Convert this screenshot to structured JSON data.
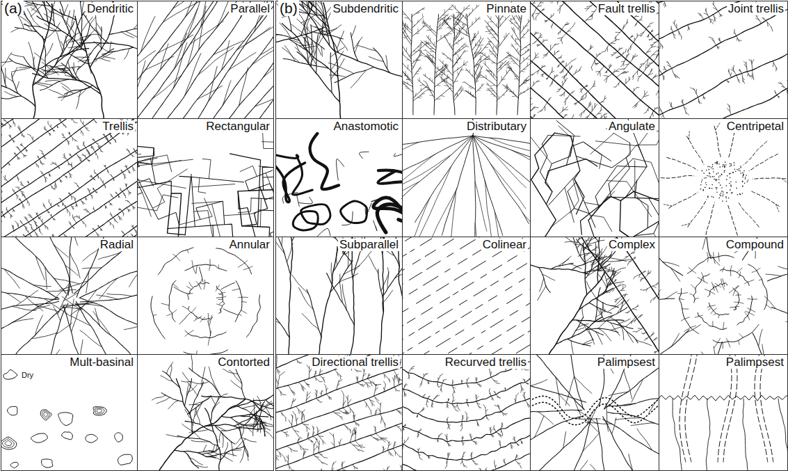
{
  "diagram": {
    "nodes": [
      {
        "text": [
          "Dendritic"
        ]
      },
      {
        "text": [
          "Parallel"
        ]
      },
      {
        "text": [
          "Subdendritic"
        ]
      },
      {
        "text": [
          "Pinnate"
        ]
      },
      {
        "text": [
          "Fault trellis"
        ]
      },
      {
        "text": [
          "Joint trellis"
        ]
      },
      {
        "text": [
          "Trellis"
        ]
      },
      {
        "text": [
          "Rectangular"
        ]
      },
      {
        "text": [
          "Anastomotic"
        ]
      },
      {
        "text": [
          "Distributary"
        ]
      },
      {
        "text": [
          "Angulate"
        ]
      },
      {
        "text": [
          "Centripetal"
        ]
      },
      {
        "text": [
          "Radial"
        ]
      },
      {
        "text": [
          "Annular"
        ]
      },
      {
        "text": [
          "Subparallel"
        ]
      },
      {
        "text": [
          "Colinear"
        ]
      },
      {
        "text": [
          "Complex"
        ]
      },
      {
        "text": [
          "Compound"
        ]
      },
      {
        "text": [
          "Mult-basinal",
          "Dry"
        ]
      },
      {
        "text": [
          "Contorted"
        ]
      },
      {
        "text": [
          "Directional trellis"
        ]
      },
      {
        "text": [
          "Recurved trellis"
        ]
      },
      {
        "text": [
          "Palimpsest"
        ]
      },
      {
        "text": [
          "Palimpsest"
        ]
      }
    ],
    "labels": [
      "(a)",
      "(b)"
    ]
  }
}
